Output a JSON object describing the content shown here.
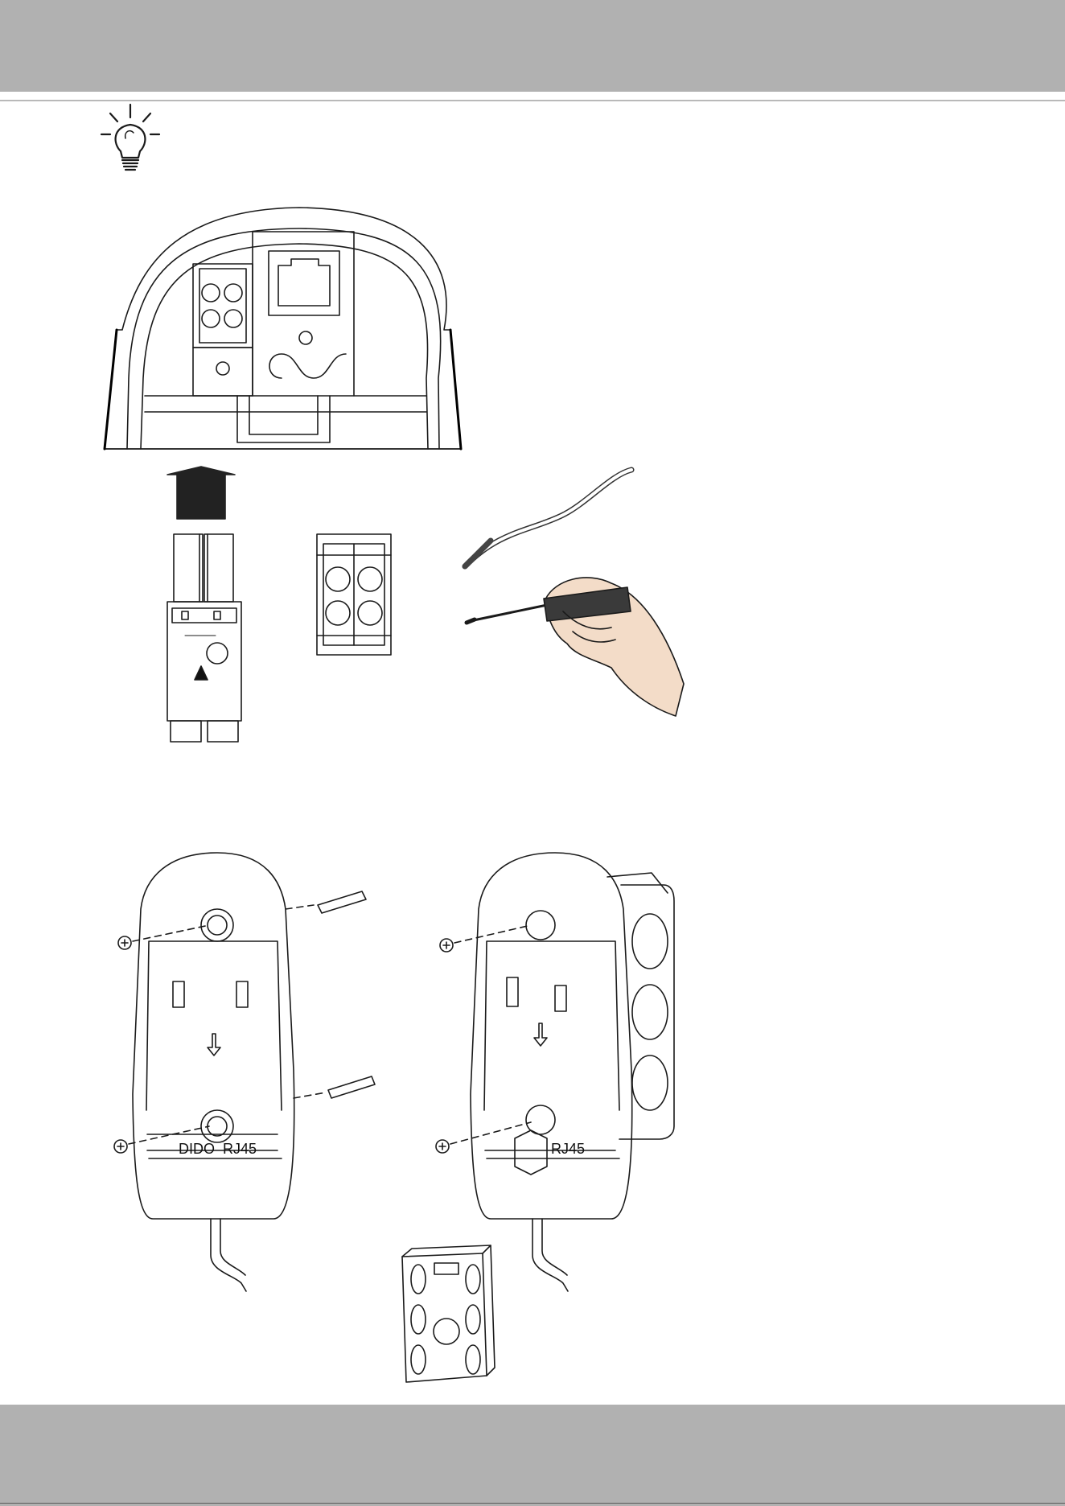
{
  "header": {
    "band_color": "#b1b1b1"
  },
  "footer": {
    "band_color": "#b1b1b1"
  },
  "tip": {
    "icon": "lightbulb-icon"
  },
  "labels": {
    "dido": "DIDO",
    "rj45_a": "RJ45",
    "rj45_b": "RJ45"
  }
}
